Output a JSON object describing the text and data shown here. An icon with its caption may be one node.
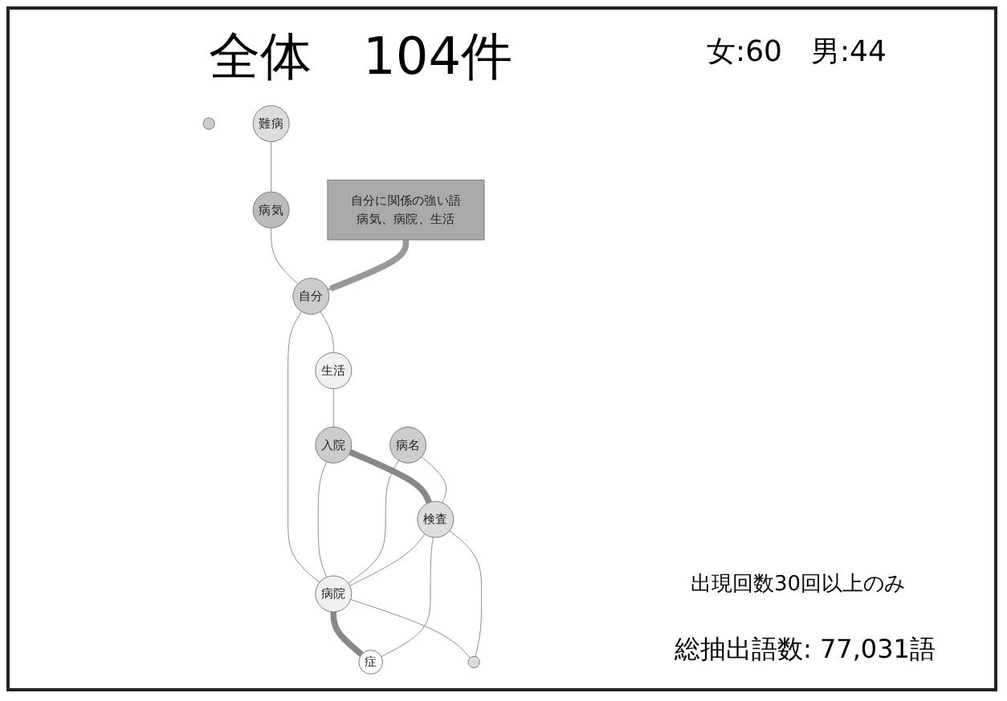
{
  "diagram": {
    "title": "全体　104件",
    "nodes": [
      {
        "text": [],
        "shape": "circle"
      },
      {
        "text": [
          "難病"
        ]
      },
      {
        "text": [
          "病気"
        ]
      },
      {
        "text": [
          "自分"
        ]
      },
      {
        "text": [
          "生活"
        ]
      },
      {
        "text": [
          "入院"
        ]
      },
      {
        "text": [
          "症"
        ]
      },
      {
        "text": [
          "病名"
        ]
      },
      {
        "text": [
          "病院"
        ]
      },
      {
        "text": [
          "検査"
        ]
      },
      {
        "text": [],
        "shape": "circle"
      },
      {
        "text": [
          "自分に関係の強い語",
          "病気、病院、生活"
        ]
      }
    ],
    "edges": [
      {
        "from": 1,
        "to": 2,
        "arrow": "none"
      },
      {
        "from": 2,
        "to": 3,
        "arrow": "none"
      },
      {
        "from": 3,
        "to": 4,
        "arrow": "none"
      },
      {
        "from": 4,
        "to": 5,
        "arrow": "none"
      },
      {
        "from": 3,
        "to": 8,
        "arrow": "none"
      },
      {
        "from": 5,
        "to": 8,
        "arrow": "none"
      },
      {
        "from": 5,
        "to": 9,
        "arrow": "none",
        "style": "thick"
      },
      {
        "from": 7,
        "to": 8,
        "arrow": "none"
      },
      {
        "from": 7,
        "to": 9,
        "arrow": "none"
      },
      {
        "from": 8,
        "to": 6,
        "arrow": "none",
        "style": "thick"
      },
      {
        "from": 9,
        "to": 6,
        "arrow": "none"
      },
      {
        "from": 9,
        "to": 8,
        "arrow": "none"
      },
      {
        "from": 8,
        "to": 10,
        "arrow": "none"
      },
      {
        "from": 9,
        "to": 10,
        "arrow": "none"
      },
      {
        "from": 11,
        "to": 3,
        "arrow": "to",
        "style": "thick",
        "color": "#999999"
      }
    ],
    "labels": [
      "女:60　男:44",
      "出現回数30回以上のみ",
      "総抽出語数: 77,031語"
    ]
  }
}
